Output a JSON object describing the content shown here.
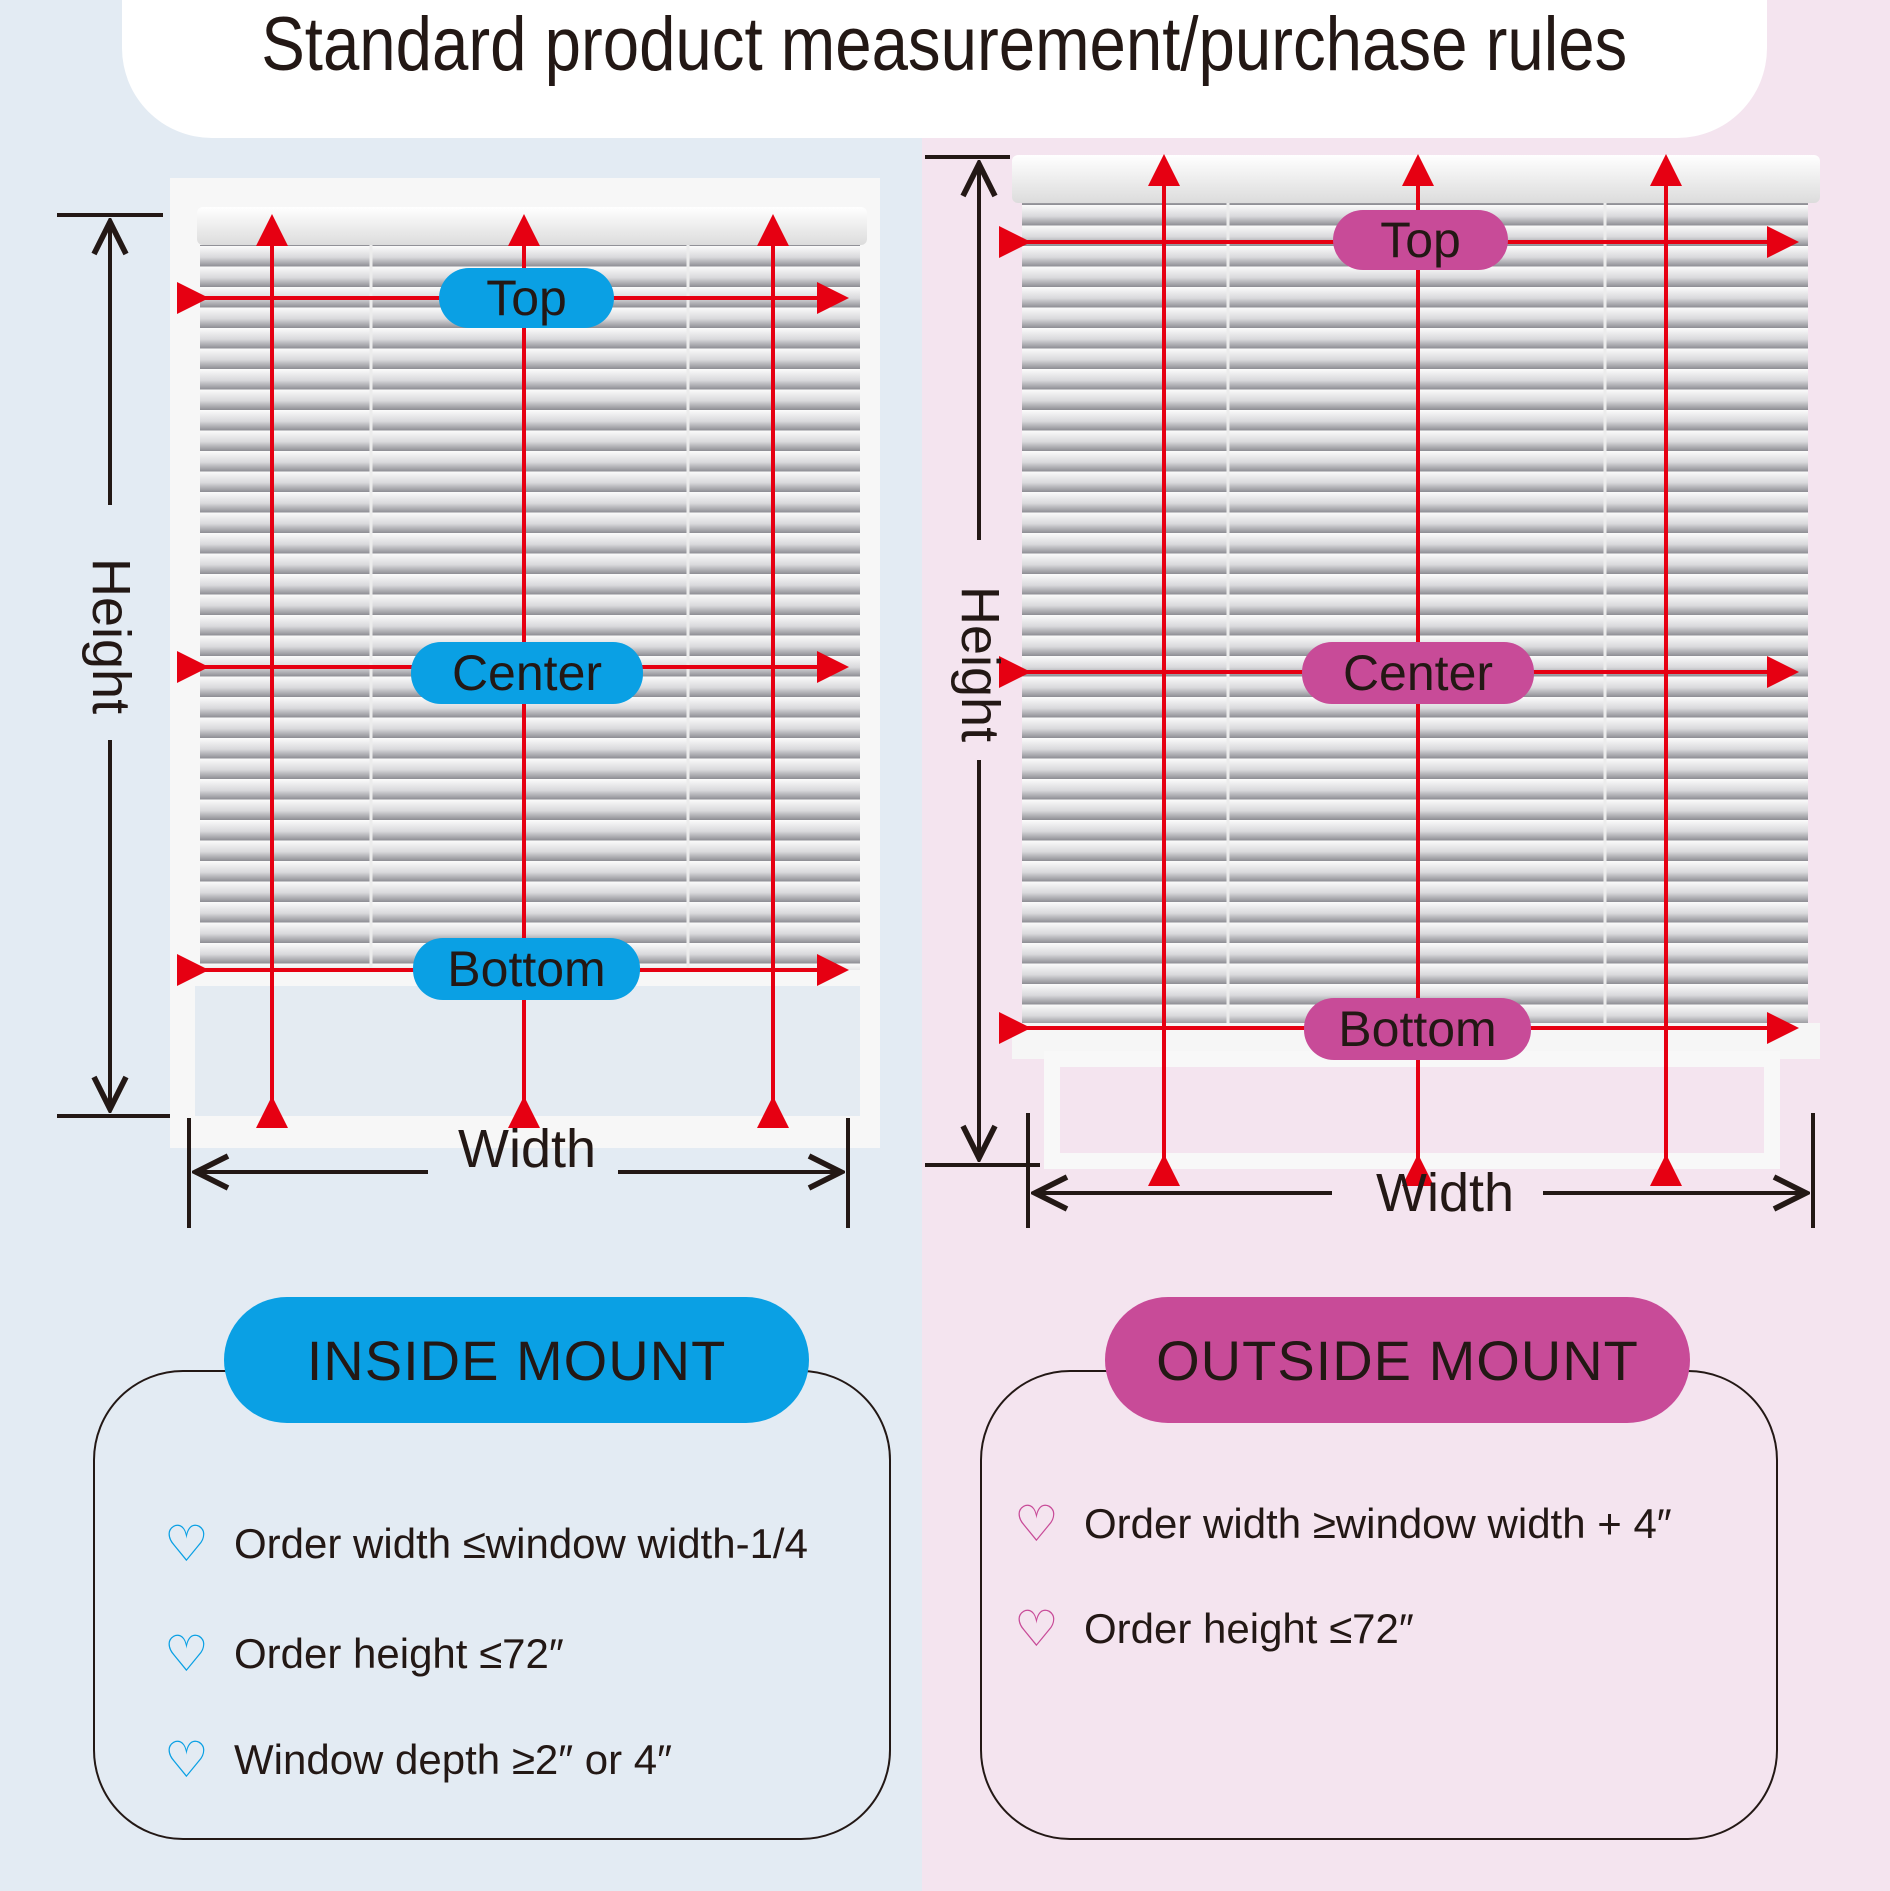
{
  "title": "Standard product measurement/purchase rules",
  "colors": {
    "inside_accent": "#0aa0e4",
    "outside_accent": "#c84b98",
    "arrow": "#e60012"
  },
  "inside": {
    "labels": {
      "top": "Top",
      "center": "Center",
      "bottom": "Bottom",
      "width": "Width",
      "height": "Height"
    },
    "mount_title": "INSIDE MOUNT",
    "rules": [
      "Order width ≤window width-1/4",
      "Order height ≤72″",
      "Window depth ≥2″  or  4″"
    ]
  },
  "outside": {
    "labels": {
      "top": "Top",
      "center": "Center",
      "bottom": "Bottom",
      "width": "Width",
      "height": "Height"
    },
    "mount_title": "OUTSIDE MOUNT",
    "rules": [
      "Order width ≥window width + 4″",
      "Order height ≤72″"
    ]
  },
  "icons": {
    "bullet": "heart-outline-icon"
  }
}
